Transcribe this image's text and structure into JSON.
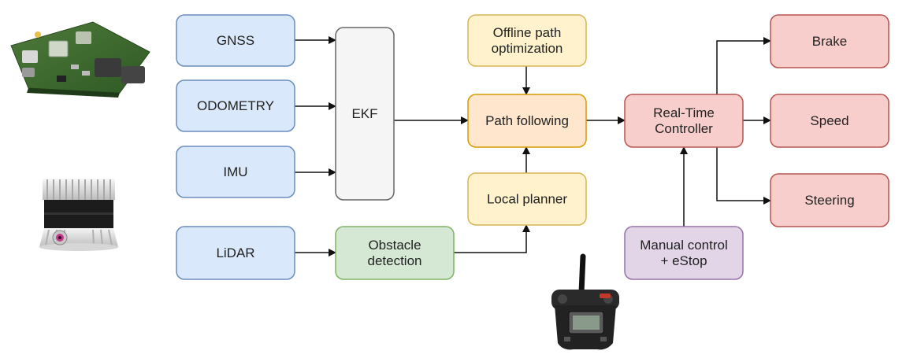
{
  "diagram": {
    "nodes": {
      "gnss": {
        "lines": [
          "GNSS"
        ],
        "fill": "#dae8fc",
        "stroke": "#6c8ebf"
      },
      "odometry": {
        "lines": [
          "ODOMETRY"
        ],
        "fill": "#dae8fc",
        "stroke": "#6c8ebf"
      },
      "imu": {
        "lines": [
          "IMU"
        ],
        "fill": "#dae8fc",
        "stroke": "#6c8ebf"
      },
      "lidar": {
        "lines": [
          "LiDAR"
        ],
        "fill": "#dae8fc",
        "stroke": "#6c8ebf"
      },
      "ekf": {
        "lines": [
          "EKF"
        ],
        "fill": "#f5f5f5",
        "stroke": "#666666"
      },
      "obstacle": {
        "lines": [
          "Obstacle",
          "detection"
        ],
        "fill": "#d5e8d4",
        "stroke": "#82b366"
      },
      "offline": {
        "lines": [
          "Offline path",
          "optimization"
        ],
        "fill": "#fff2cc",
        "stroke": "#d6b656"
      },
      "path_following": {
        "lines": [
          "Path following"
        ],
        "fill": "#ffe6cc",
        "stroke": "#d79b00"
      },
      "local_planner": {
        "lines": [
          "Local planner"
        ],
        "fill": "#fff2cc",
        "stroke": "#d6b656"
      },
      "controller": {
        "lines": [
          "Real-Time",
          "Controller"
        ],
        "fill": "#f8cecc",
        "stroke": "#b85450"
      },
      "manual": {
        "lines": [
          "Manual control",
          "+ eStop"
        ],
        "fill": "#e1d5e7",
        "stroke": "#9673a6"
      },
      "brake": {
        "lines": [
          "Brake"
        ],
        "fill": "#f8cecc",
        "stroke": "#b85450"
      },
      "speed": {
        "lines": [
          "Speed"
        ],
        "fill": "#f8cecc",
        "stroke": "#b85450"
      },
      "steering": {
        "lines": [
          "Steering"
        ],
        "fill": "#f8cecc",
        "stroke": "#b85450"
      }
    },
    "edges": [
      {
        "from": "gnss",
        "to": "ekf"
      },
      {
        "from": "odometry",
        "to": "ekf"
      },
      {
        "from": "imu",
        "to": "ekf"
      },
      {
        "from": "lidar",
        "to": "obstacle"
      },
      {
        "from": "ekf",
        "to": "path_following"
      },
      {
        "from": "offline",
        "to": "path_following"
      },
      {
        "from": "local_planner",
        "to": "path_following"
      },
      {
        "from": "obstacle",
        "to": "local_planner"
      },
      {
        "from": "path_following",
        "to": "controller"
      },
      {
        "from": "manual",
        "to": "controller"
      },
      {
        "from": "controller",
        "to": "brake"
      },
      {
        "from": "controller",
        "to": "speed"
      },
      {
        "from": "controller",
        "to": "steering"
      }
    ],
    "pictures": {
      "gps_board": {
        "name": "gps-receiver-board-image"
      },
      "lidar_sensor": {
        "name": "lidar-sensor-image"
      },
      "rc_transmitter": {
        "name": "rc-transmitter-image"
      }
    }
  }
}
